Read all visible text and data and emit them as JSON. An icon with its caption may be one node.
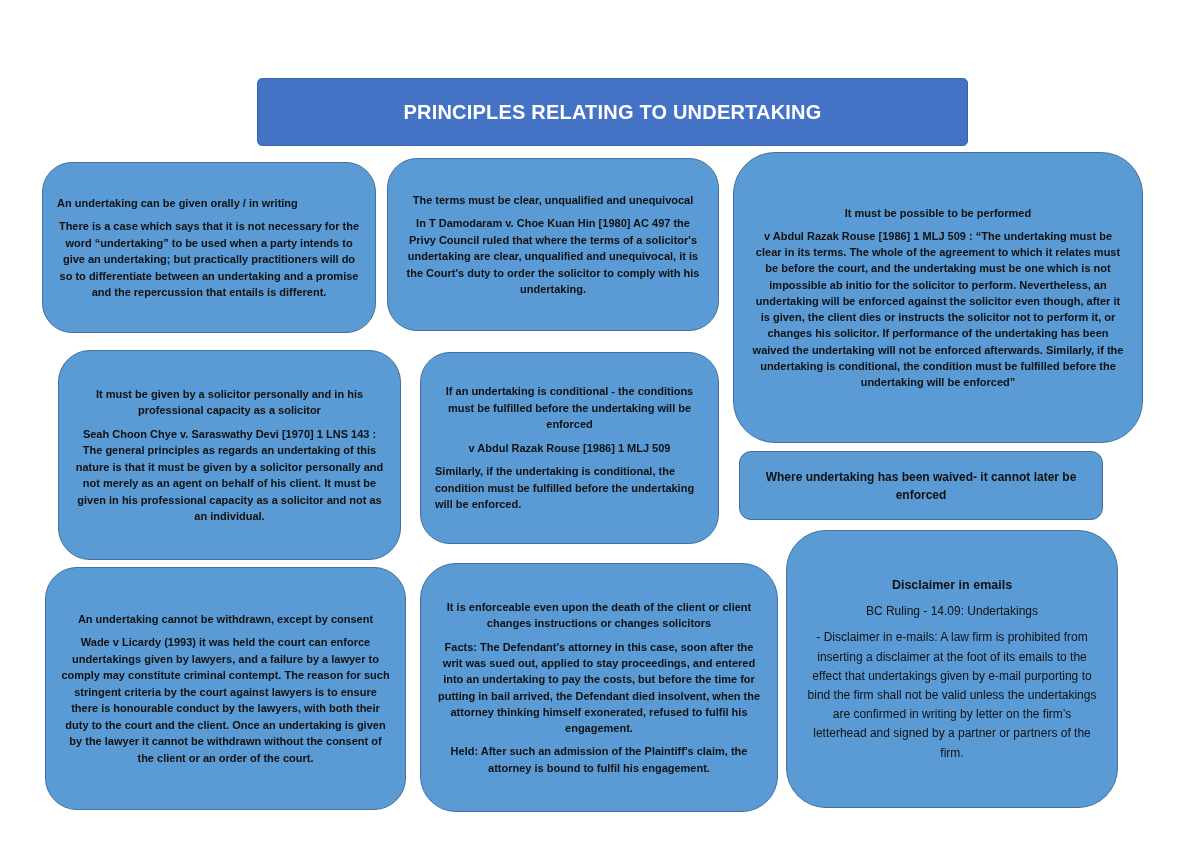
{
  "diagram": {
    "title": "PRINCIPLES RELATING TO UNDERTAKING",
    "nodes": [
      {
        "text": [
          "An undertaking can be given orally / in writing",
          "There is a case which says that it is not necessary for the word “undertaking” to be used when a party intends to give an undertaking; but practically practitioners will do so to differentiate between an undertaking and a promise and the repercussion that entails is different."
        ]
      },
      {
        "text": [
          "The terms must be clear, unqualified and unequivocal",
          "In T Damodaram v. Choe Kuan Hin [1980] AC 497 the Privy Council ruled that where the terms of a solicitor's undertaking are clear, unqualified and unequivocal, it is the Court's duty to order the solicitor to comply with his undertaking."
        ]
      },
      {
        "text": [
          "It must be possible to be performed",
          "v Abdul Razak Rouse [1986] 1 MLJ 509 : “The undertaking must be clear in its terms. The whole of the agreement to which it relates must be before the court, and the undertaking must be one which is not impossible ab initio for the solicitor to perform. Nevertheless, an undertaking will be enforced against the solicitor even though, after it is given, the client dies or instructs the solicitor not to perform it, or changes his solicitor. If performance of the undertaking has been waived the undertaking will not be enforced afterwards. Similarly, if the undertaking is conditional, the condition must be fulfilled before the undertaking will be enforced”"
        ]
      },
      {
        "text": [
          "It must be given by a solicitor personally and in his professional capacity as a solicitor",
          "Seah Choon Chye v. Saraswathy Devi [1970] 1 LNS 143 : The general principles as regards an undertaking of this nature is that it must be given by a solicitor personally and not merely as an agent on behalf of his client. It must be given in his professional capacity as a solicitor and not as an individual."
        ]
      },
      {
        "text": [
          "If an undertaking is conditional - the conditions must be fulfilled before the undertaking will be enforced",
          "v Abdul Razak Rouse [1986] 1 MLJ 509",
          "Similarly, if the undertaking is conditional, the condition must be fulfilled before the undertaking will be enforced."
        ]
      },
      {
        "text": [
          "Where undertaking has been waived- it cannot later be enforced"
        ]
      },
      {
        "text": [
          "An undertaking cannot be withdrawn, except by consent",
          "Wade v Licardy (1993) it was held the court can enforce undertakings given by lawyers, and a failure by a lawyer to comply may constitute criminal contempt. The reason for such stringent criteria by the court against lawyers is to ensure there is honourable conduct by the lawyers, with both their duty to the court and the client. Once an undertaking is given by the lawyer it cannot be withdrawn without the consent of the client or an order of the court."
        ]
      },
      {
        "text": [
          "It is enforceable even upon the death of the client or client changes instructions or changes solicitors",
          "Facts: The Defendant's attorney in this case, soon after the writ was sued out, applied to stay proceedings, and entered into an undertaking to pay the costs, but before the time for putting in bail arrived, the Defendant died insolvent, when the attorney thinking himself exonerated, refused to fulfil his engagement.",
          "Held:  After such an admission of the Plaintiff's claim, the attorney is bound to fulfil his engagement."
        ]
      },
      {
        "text": [
          "Disclaimer in emails",
          "BC Ruling - 14.09: Undertakings",
          "- Disclaimer in e-mails:  A law firm is prohibited from inserting a disclaimer at the foot of its emails to the effect that undertakings given by e-mail purporting to bind the firm shall not be valid unless the undertakings are confirmed in writing by letter on the firm’s letterhead and signed by a partner or partners of the firm."
        ]
      }
    ]
  }
}
